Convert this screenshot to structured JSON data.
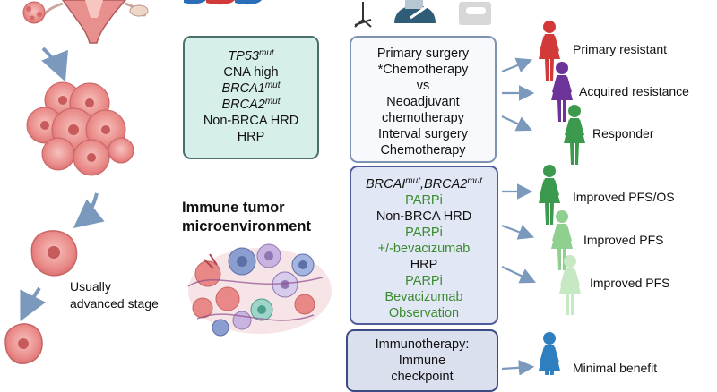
{
  "markers_box": {
    "lines": [
      {
        "text": "TP53",
        "sup": "mut",
        "italic": true
      },
      {
        "text": "CNA high",
        "sup": "",
        "italic": false
      },
      {
        "text": "BRCA1",
        "sup": "mut",
        "italic": true
      },
      {
        "text": "BRCA2",
        "sup": "mut",
        "italic": true
      },
      {
        "text": "Non-BRCA HRD",
        "sup": "",
        "italic": false
      },
      {
        "text": "HRP",
        "sup": "",
        "italic": false
      }
    ]
  },
  "surgery_box": {
    "lines": [
      "Primary surgery",
      "*Chemotherapy",
      "vs",
      "Neoadjuvant",
      "chemotherapy",
      "Interval surgery",
      "Chemotherapy"
    ]
  },
  "parpi_box": {
    "header": [
      {
        "text": "BRCAI",
        "sup": "mut"
      },
      {
        "text": ",BRCA2",
        "sup": "mut"
      }
    ],
    "lines": [
      {
        "text": "PARPi",
        "green": true
      },
      {
        "text": "Non-BRCA HRD",
        "green": false
      },
      {
        "text": "PARPi",
        "green": true
      },
      {
        "text": "+/-bevacizumab",
        "green": true
      },
      {
        "text": "HRP",
        "green": false
      },
      {
        "text": "PARPi",
        "green": true
      },
      {
        "text": "Bevacizumab",
        "green": true
      },
      {
        "text": "Observation",
        "green": true
      }
    ]
  },
  "immuno_box": {
    "lines": [
      "Immunotherapy:",
      "Immune",
      "checkpoint"
    ]
  },
  "outcomes": {
    "primary_resistant": "Primary resistant",
    "acquired_resistance": "Acquired resistance",
    "responder": "Responder",
    "improved_pfs_os": "Improved PFS/OS",
    "improved_pfs_1": "Improved PFS",
    "improved_pfs_2": "Improved PFS",
    "minimal_benefit": "Minimal benefit"
  },
  "left_panel": {
    "stage_line1": "Usually",
    "stage_line2": "advanced stage"
  },
  "immune_heading": {
    "line1": "Immune tumor",
    "line2": "microenvironment"
  },
  "colors": {
    "figure_red": "#d23a3a",
    "figure_purple": "#6c3499",
    "figure_green": "#3b9a4d",
    "figure_light_green": "#8fcf8f",
    "figure_pale_green": "#c6e8c2",
    "figure_blue": "#2e7fc0",
    "arrow_blue": "#7b98bd",
    "cell_pink": "#e98987",
    "markers_fill": "#d6efea",
    "parpi_fill": "#e2e7f6"
  },
  "icons": [
    "uterus-icon",
    "cancer-cell-icon",
    "microscope-stand-icon",
    "doctor-icon",
    "pills-icon",
    "female-figure-icon"
  ]
}
